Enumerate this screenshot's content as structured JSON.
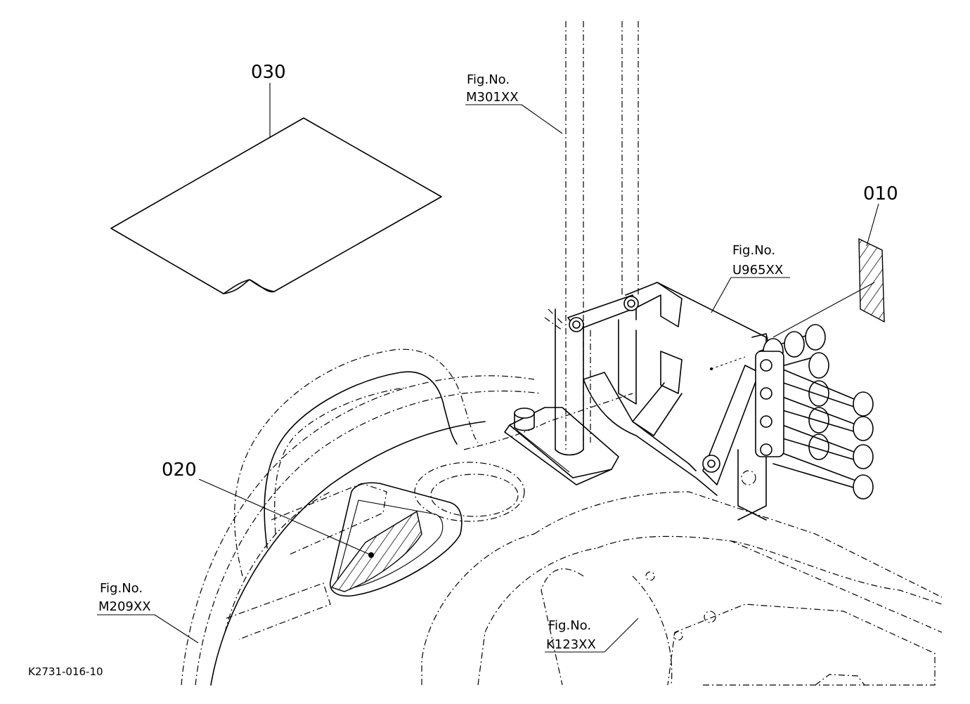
{
  "diagram": {
    "drawing_code": "K2731-016-10",
    "parts": [
      {
        "id": "030"
      },
      {
        "id": "010"
      },
      {
        "id": "020"
      }
    ],
    "figure_refs": [
      {
        "caption": "Fig.No.",
        "code": "M301XX"
      },
      {
        "caption": "Fig.No.",
        "code": "U965XX"
      },
      {
        "caption": "Fig.No.",
        "code": "M209XX"
      },
      {
        "caption": "Fig.No.",
        "code": "K123XX"
      }
    ]
  }
}
